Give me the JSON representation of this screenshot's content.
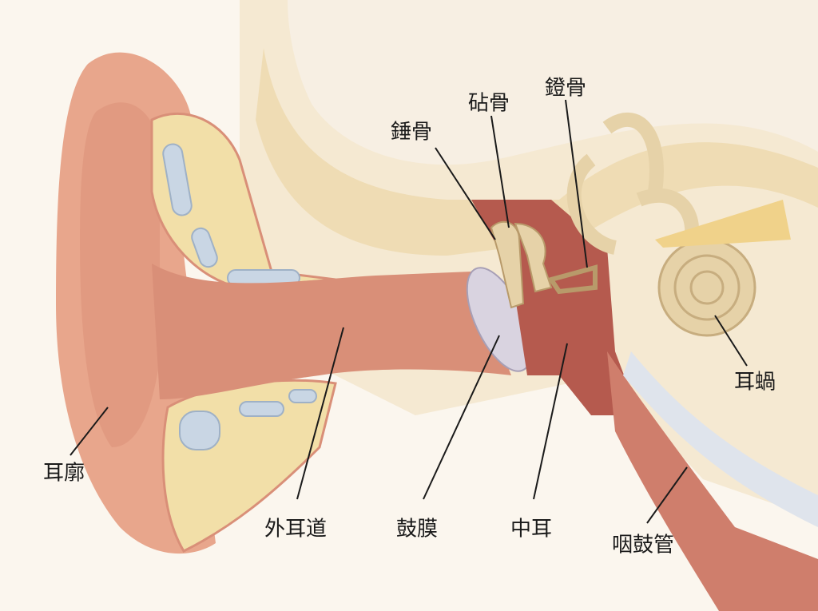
{
  "labels": {
    "stapes": "鐙骨",
    "incus": "砧骨",
    "malleus": "錘骨",
    "cochlea": "耳蝸",
    "auricle": "耳廓",
    "ear_canal": "外耳道",
    "eardrum": "鼓膜",
    "middle_ear": "中耳",
    "eustachian_tube": "咽鼓管"
  },
  "colors": {
    "skin": "#e8a68c",
    "canal": "#d98f78",
    "bone": "#f3e4c4",
    "bone_spongy": "#f2dfa8",
    "cartilage_blue": "#c9d6e4",
    "middle_ear": "#b55a4e",
    "ossicle": "#e6d2a8",
    "leader": "#1a1a1a"
  }
}
